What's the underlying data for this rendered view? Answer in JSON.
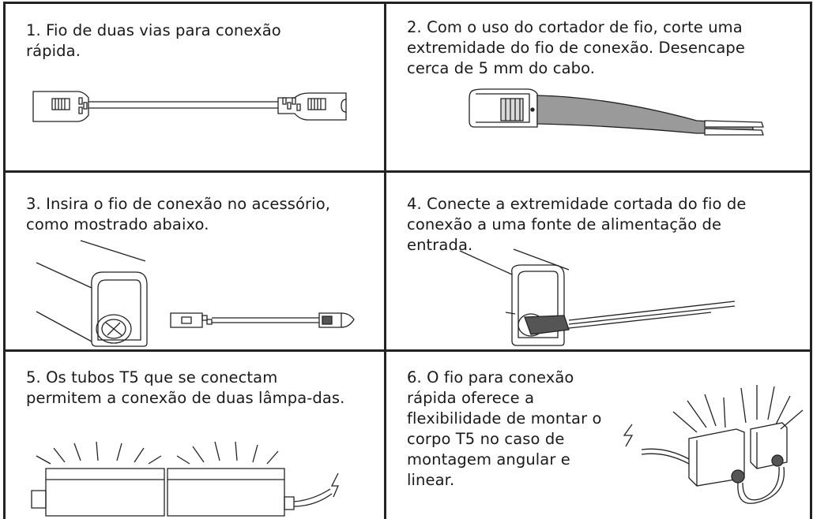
{
  "steps": [
    {
      "text": "1. Fio de duas vias para conexão rápida."
    },
    {
      "text": "2. Com o uso do cortador de fio, corte uma extremidade do fio de conexão. Desencape cerca de 5 mm do cabo."
    },
    {
      "text": "3. Insira o fio de conexão no acessório, como mostrado abaixo."
    },
    {
      "text": "4. Conecte a extremidade cortada do fio de conexão a uma fonte de alimentação de entrada."
    },
    {
      "text": "5. Os tubos T5 que se conectam permitem a conexão de duas lâmpa-das."
    },
    {
      "text": "6. O fio para conexão rápida oferece a flexibilidade de montar o corpo T5 no caso de montagem angular e linear."
    }
  ]
}
